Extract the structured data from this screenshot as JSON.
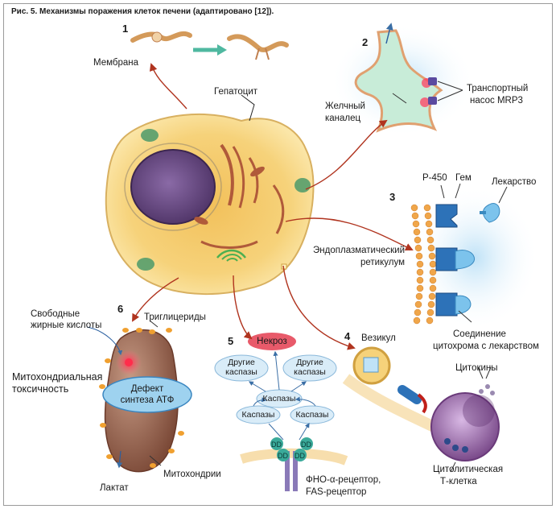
{
  "caption": "Рис. 5. Механизмы поражения клеток печени (адаптировано [12]).",
  "panel_numbers": [
    "1",
    "2",
    "3",
    "4",
    "5",
    "6"
  ],
  "labels": {
    "membrane": "Мембрана",
    "hepatocyte": "Гепатоцит",
    "bile_canal_1": "Желчный",
    "bile_canal_2": "каналец",
    "transport_1": "Транспортный",
    "transport_2": "насос MRP3",
    "p450": "Р-450",
    "heme": "Гем",
    "drug": "Лекарство",
    "er_1": "Эндоплазматический",
    "er_2": "ретикулум",
    "complex_1": "Соединение",
    "complex_2": "цитохрома с лекарством",
    "vesicle": "Везикул",
    "cytokines": "Цитокины",
    "ctl_1": "Цитолитическая",
    "ctl_2": "Т-клетка",
    "necrosis": "Некроз",
    "other_casp_1": "Другие",
    "other_casp_2": "каспазы",
    "caspases_main": "Каспазы",
    "caspases": "Каспазы",
    "dd": "DD",
    "receptor_1": "ФНО-α-рецептор,",
    "receptor_2": "FAS-рецептор",
    "free_fa_1": "Свободные",
    "free_fa_2": "жирные кислоты",
    "triglycerides": "Триглицериды",
    "mito_tox_1": "Митохондриальная",
    "mito_tox_2": "токсичность",
    "atp_1": "Дефект",
    "atp_2": "синтеза АТФ",
    "mitochondria": "Митохондрии",
    "lactate": "Лактат"
  },
  "colors": {
    "arrow": "#b0341f",
    "cell_fill": "#f6d27a",
    "nucleus": "#6a4a8a",
    "cytoplasm_blue": "#5aa0d6",
    "mito_fill": "#a4705a",
    "atp_oval": "#9ed2ef",
    "necrosis": "#e85a6a",
    "caspase_oval": "#d9ecf8",
    "tcell": "#8a5a9a"
  }
}
